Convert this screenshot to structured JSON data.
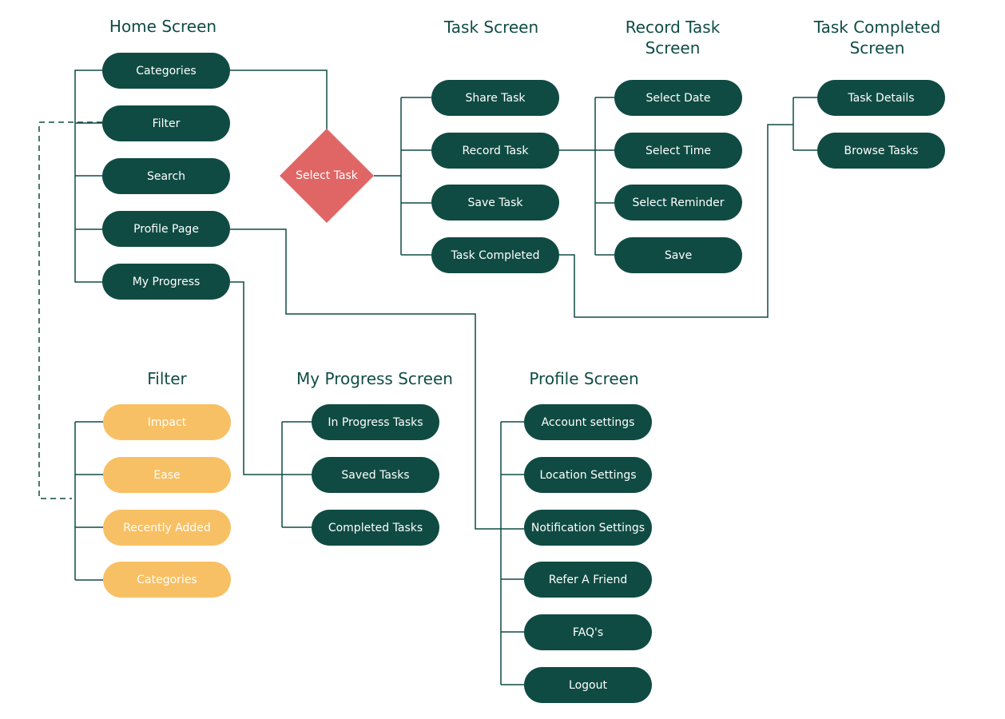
{
  "colors": {
    "node_fill": "#0f4b43",
    "filter_node_fill": "#f8c064",
    "decision_fill": "#e06666",
    "heading_text": "#0f4d45",
    "connector": "#0f4b43"
  },
  "headings": {
    "home": "Home Screen",
    "task": "Task Screen",
    "record_line1": "Record Task",
    "record_line2": "Screen",
    "completed_line1": "Task Completed",
    "completed_line2": "Screen",
    "filter": "Filter",
    "progress": "My Progress Screen",
    "profile": "Profile Screen"
  },
  "home_nodes": [
    "Categories",
    "Filter",
    "Search",
    "Profile Page",
    "My Progress"
  ],
  "decision": "Select Task",
  "task_nodes": [
    "Share Task",
    "Record Task",
    "Save Task",
    "Task Completed"
  ],
  "record_nodes": [
    "Select Date",
    "Select Time",
    "Select Reminder",
    "Save"
  ],
  "completed_nodes": [
    "Task Details",
    "Browse Tasks"
  ],
  "filter_nodes": [
    "Impact",
    "Ease",
    "Recently Added",
    "Categories"
  ],
  "progress_nodes": [
    "In Progress Tasks",
    "Saved Tasks",
    "Completed Tasks"
  ],
  "profile_nodes": [
    "Account settings",
    "Location Settings",
    "Notification Settings",
    "Refer A Friend",
    "FAQ's",
    "Logout"
  ]
}
